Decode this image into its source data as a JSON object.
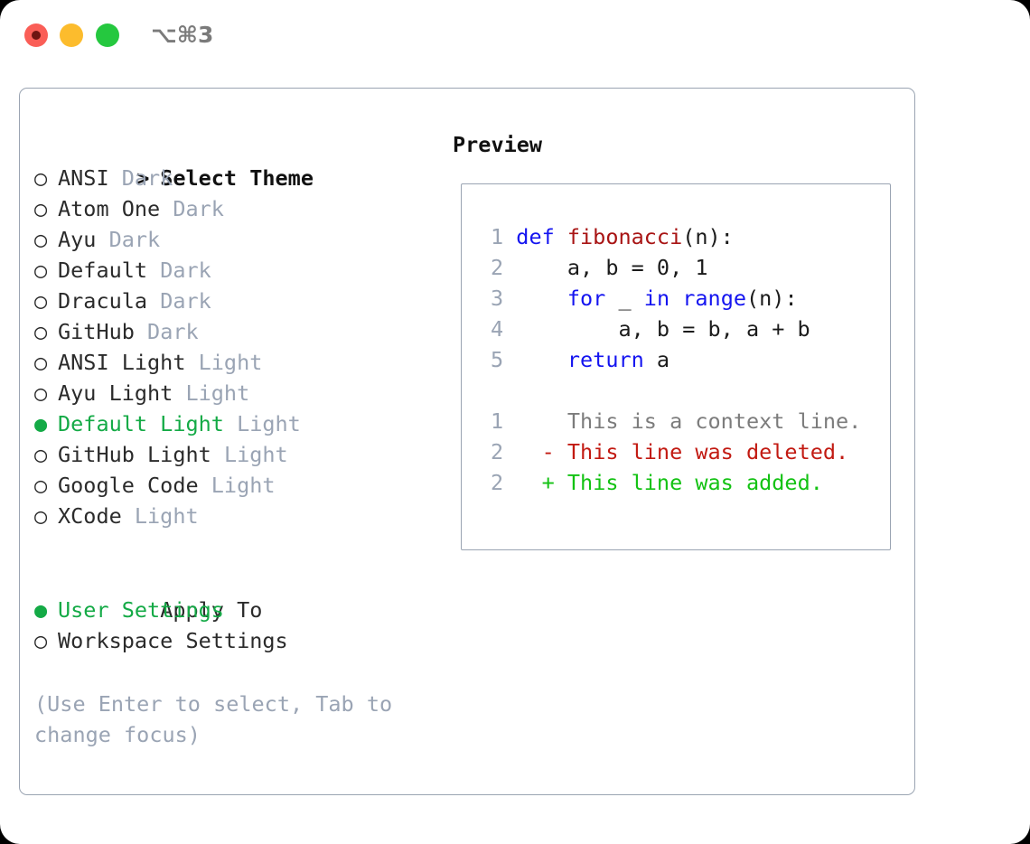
{
  "titlebar": {
    "shortcut": "⌥⌘3",
    "buttons": [
      {
        "name": "close",
        "color": "#fa5e57"
      },
      {
        "name": "minimize",
        "color": "#fcbc2d"
      },
      {
        "name": "maximize",
        "color": "#25c83f"
      }
    ]
  },
  "colors": {
    "accent_green": "#14aa46",
    "muted_gray": "#9aa4b4",
    "panel_border": "#9aa4b2",
    "keyword_blue": "#1414f0",
    "function_red": "#a81414",
    "diff_delete": "#c21a12",
    "diff_add": "#13c213",
    "text": "#222222"
  },
  "theme_list": {
    "header_prefix": ">",
    "header": "Select Theme",
    "marker_unselected": "○",
    "marker_selected": "●",
    "items": [
      {
        "name": "ANSI",
        "variant": "Dark",
        "selected": false
      },
      {
        "name": "Atom One",
        "variant": "Dark",
        "selected": false
      },
      {
        "name": "Ayu",
        "variant": "Dark",
        "selected": false
      },
      {
        "name": "Default",
        "variant": "Dark",
        "selected": false
      },
      {
        "name": "Dracula",
        "variant": "Dark",
        "selected": false
      },
      {
        "name": "GitHub",
        "variant": "Dark",
        "selected": false
      },
      {
        "name": "ANSI Light",
        "variant": "Light",
        "selected": false
      },
      {
        "name": "Ayu Light",
        "variant": "Light",
        "selected": false
      },
      {
        "name": "Default Light",
        "variant": "Light",
        "selected": true
      },
      {
        "name": "GitHub Light",
        "variant": "Light",
        "selected": false
      },
      {
        "name": "Google Code",
        "variant": "Light",
        "selected": false
      },
      {
        "name": "XCode",
        "variant": "Light",
        "selected": false
      }
    ]
  },
  "apply_to": {
    "header": "Apply To",
    "items": [
      {
        "name": "User Settings",
        "selected": true
      },
      {
        "name": "Workspace Settings",
        "selected": false
      }
    ]
  },
  "hint": "(Use Enter to select, Tab to change focus)",
  "preview": {
    "title": "Preview",
    "code_lines": [
      {
        "num": "1",
        "tokens": [
          {
            "t": "def ",
            "c": "kw"
          },
          {
            "t": "fibonacci",
            "c": "fn"
          },
          {
            "t": "(n):",
            "c": "plain"
          }
        ]
      },
      {
        "num": "2",
        "tokens": [
          {
            "t": "    a, b = 0, 1",
            "c": "plain"
          }
        ]
      },
      {
        "num": "3",
        "tokens": [
          {
            "t": "    ",
            "c": "plain"
          },
          {
            "t": "for",
            "c": "kw"
          },
          {
            "t": " _ ",
            "c": "plain"
          },
          {
            "t": "in",
            "c": "kw"
          },
          {
            "t": " ",
            "c": "plain"
          },
          {
            "t": "range",
            "c": "kw"
          },
          {
            "t": "(n):",
            "c": "plain"
          }
        ]
      },
      {
        "num": "4",
        "tokens": [
          {
            "t": "        a, b = b, a + b",
            "c": "plain"
          }
        ]
      },
      {
        "num": "5",
        "tokens": [
          {
            "t": "    ",
            "c": "plain"
          },
          {
            "t": "return",
            "c": "kw"
          },
          {
            "t": " a",
            "c": "plain"
          }
        ]
      }
    ],
    "diff_lines": [
      {
        "num": "1",
        "sign": " ",
        "text": " This is a context line.",
        "c": "ctx"
      },
      {
        "num": "2",
        "sign": "-",
        "text": " This line was deleted.",
        "c": "del"
      },
      {
        "num": "2",
        "sign": "+",
        "text": " This line was added.",
        "c": "add"
      }
    ]
  }
}
